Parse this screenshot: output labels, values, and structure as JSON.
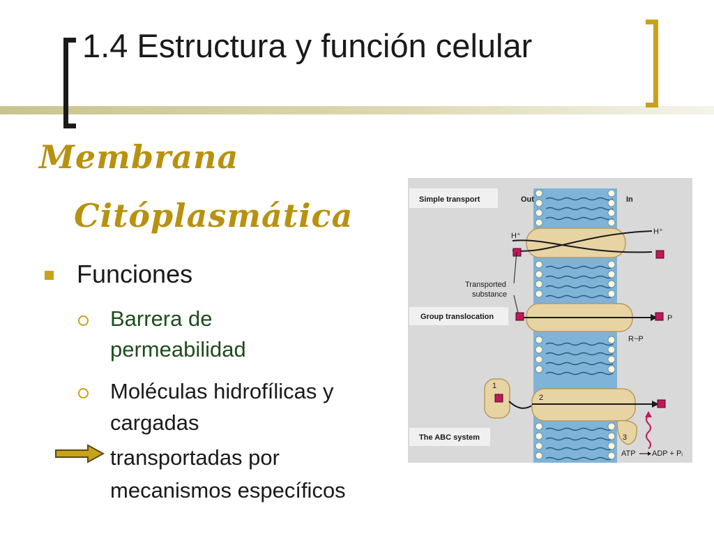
{
  "title": "1.4 Estructura y función celular",
  "subtitle_line1": "Membrana",
  "subtitle_line2": "Citóplasmática",
  "bullets": {
    "main": "Funciones",
    "items": [
      {
        "line1": "Barrera de",
        "line2": "permeabilidad"
      },
      {
        "line1": "Moléculas hidrofílicas y",
        "line2": "cargadas",
        "line3": "transportadas por",
        "line4": "mecanismos específicos"
      }
    ]
  },
  "figure": {
    "labels": {
      "simple": "Simple transport",
      "group": "Group translocation",
      "abc": "The ABC system",
      "out": "Out",
      "in": "In",
      "h_left": "H⁺",
      "h_right": "H⁺",
      "transported1": "Transported",
      "transported2": "substance",
      "p": "P",
      "rp": "R~P",
      "n1": "1",
      "n2": "2",
      "n3": "3",
      "atp": "ATP",
      "adp": "ADP + Pᵢ"
    }
  },
  "colors": {
    "accent": "#c8a21a",
    "green_text": "#1e4d1a",
    "band": "#c9c48f",
    "protein": "#e8d3a3",
    "membrane": "#8fbcd9",
    "substance": "#c2185b"
  }
}
